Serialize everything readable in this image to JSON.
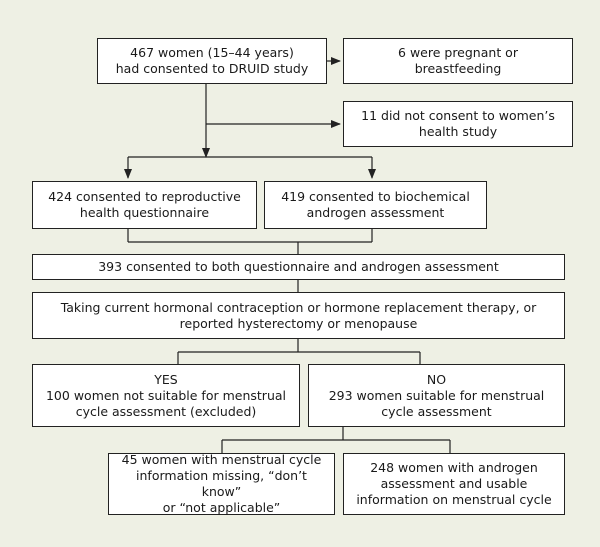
{
  "colors": {
    "background": "#eef0e4",
    "box_fill": "#ffffff",
    "line": "#222222"
  },
  "nodes": {
    "consented": "467 women (15–44 years)\nhad consented to DRUID study",
    "pregnant": "6 were pregnant or\nbreastfeeding",
    "no_consent": "11 did not consent to women’s\nhealth study",
    "reproductive": "424 consented to reproductive\nhealth questionnaire",
    "biochemical": "419 consented to biochemical\nandrogen assessment",
    "both": "393 consented to both questionnaire and androgen assessment",
    "criteria": "Taking current hormonal contraception or hormone replacement therapy, or\nreported hysterectomy or menopause",
    "yes": "YES\n100 women not suitable for menstrual\ncycle assessment (excluded)",
    "no": "NO\n293 women suitable for menstrual\ncycle assessment",
    "missing": "45 women with menstrual cycle\ninformation missing, “don’t know”\nor “not applicable”",
    "usable": "248 women with androgen\nassessment and usable\ninformation on menstrual cycle"
  }
}
